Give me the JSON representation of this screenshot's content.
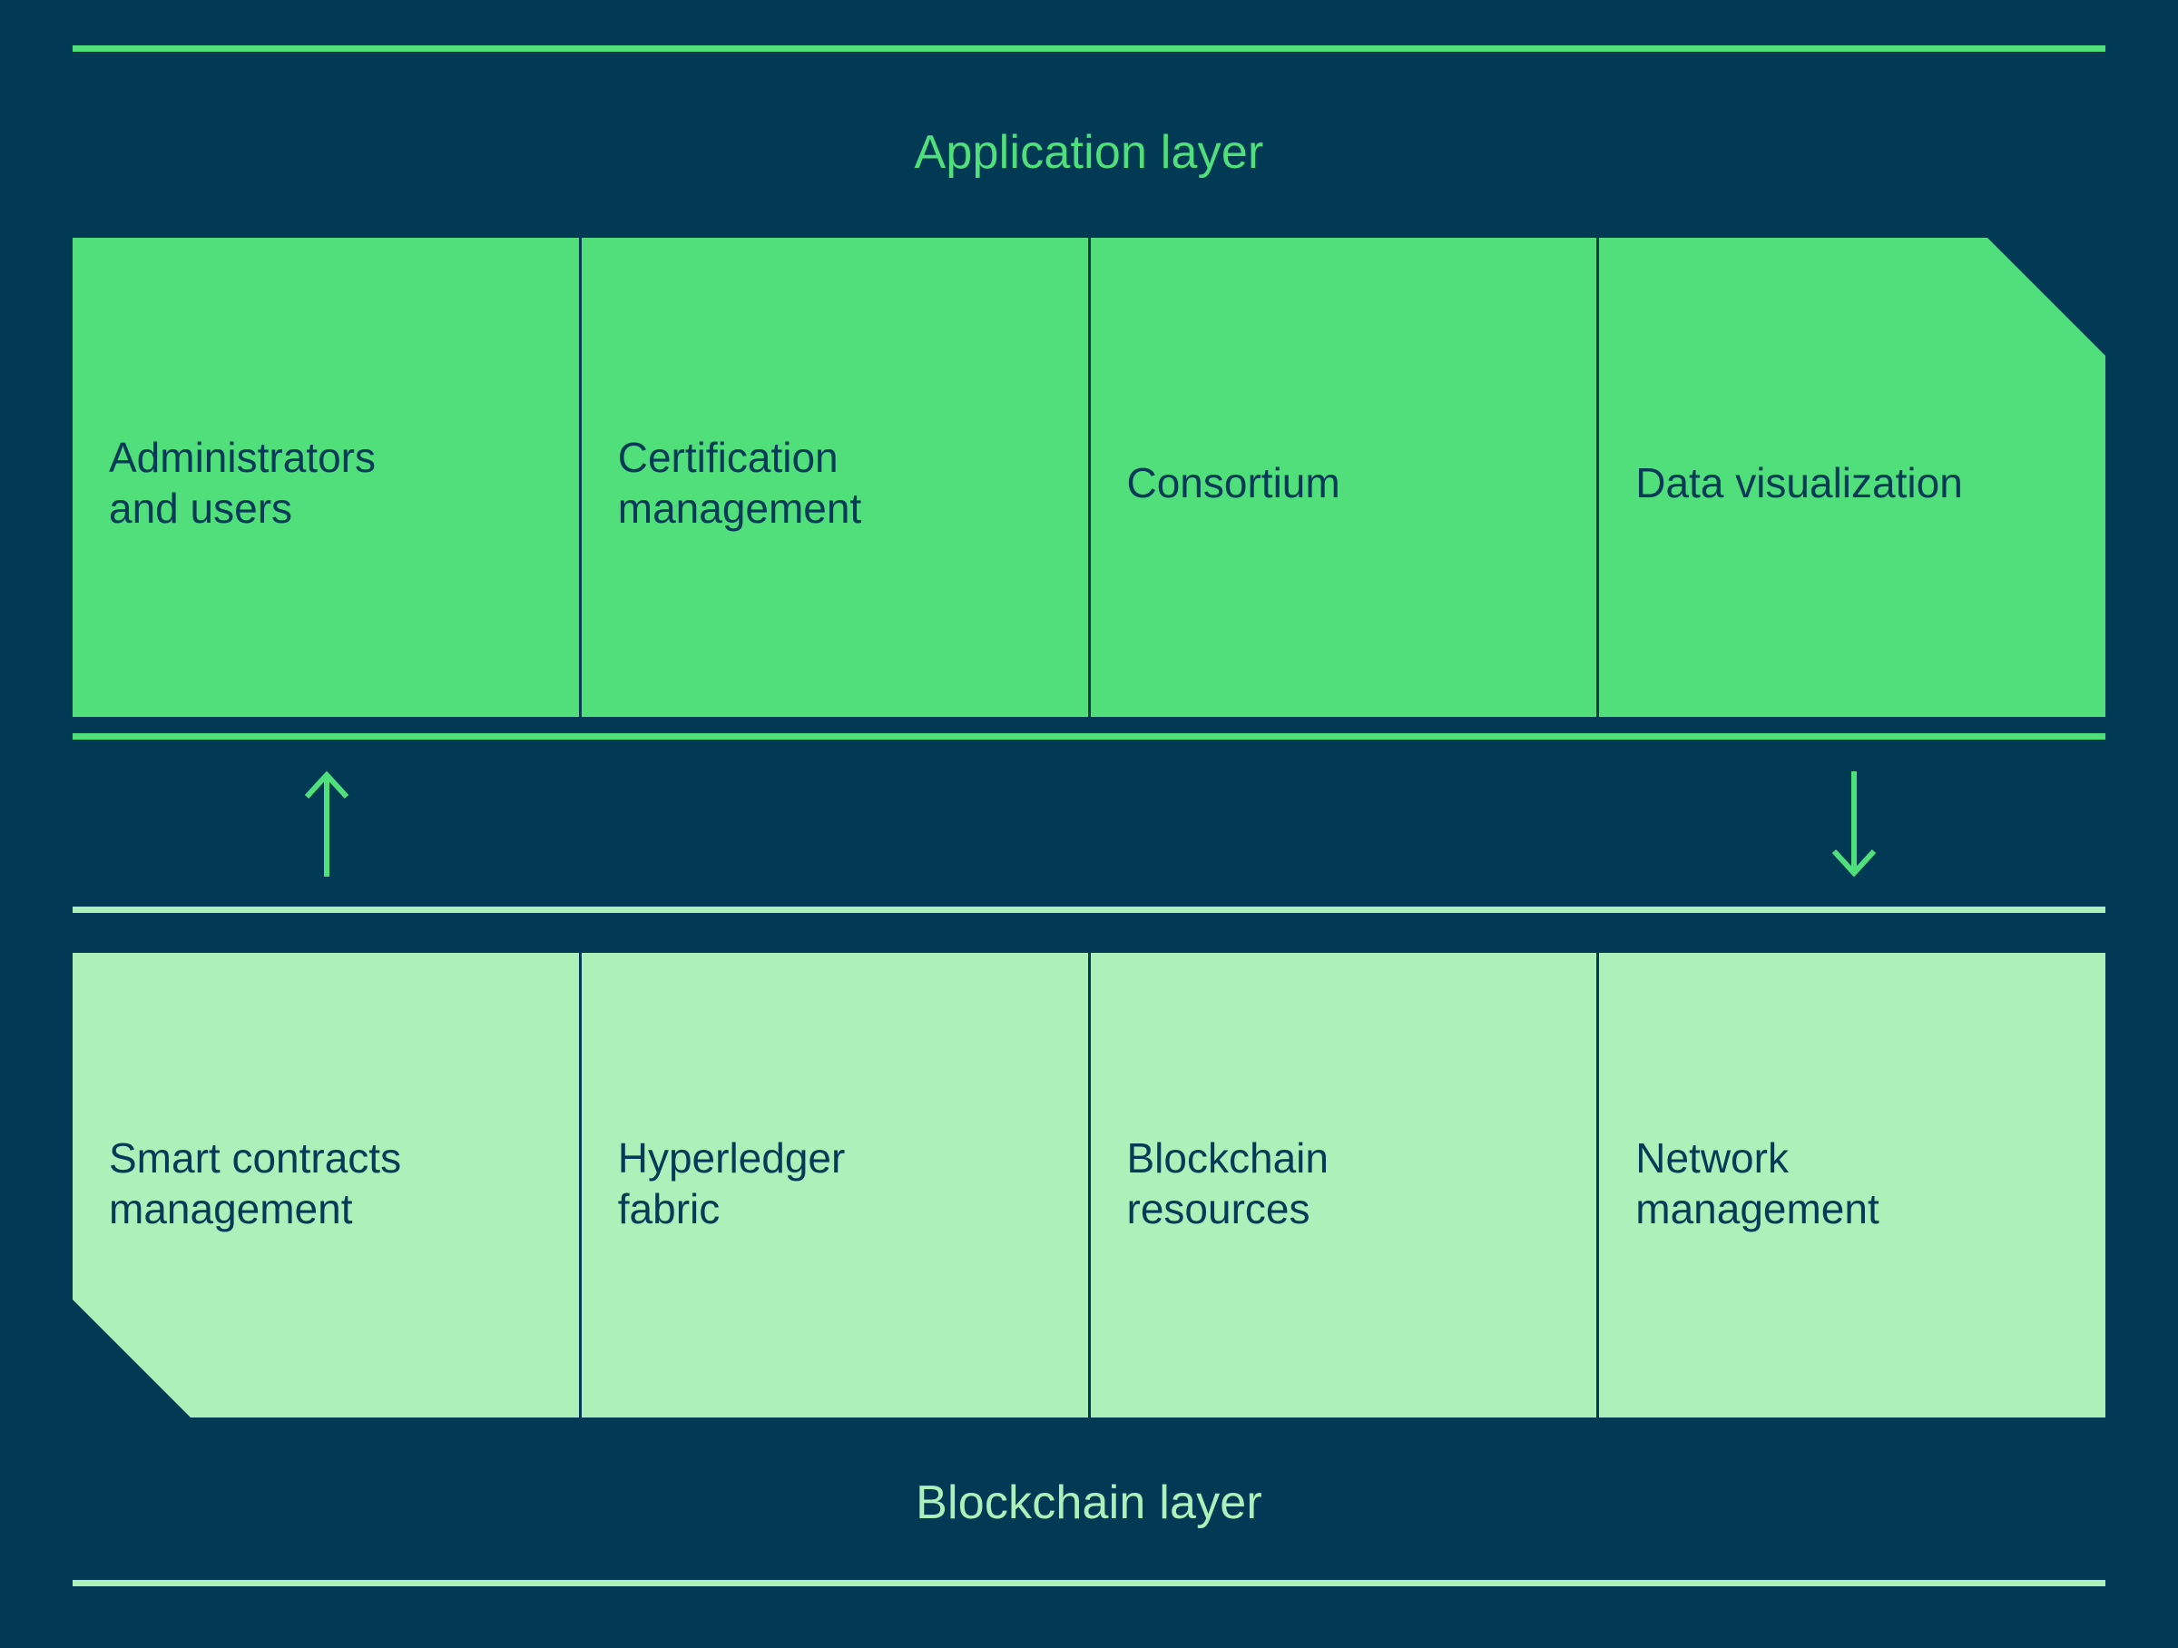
{
  "theme": {
    "background": "#023A56",
    "accent_bright_green": "#51DF7C",
    "accent_mint_green": "#AEF0BA",
    "text_dark": "#063A57"
  },
  "diagram": {
    "title_top": "Application layer",
    "title_bottom": "Blockchain layer",
    "application_layer": {
      "label": "Application layer",
      "cells": [
        {
          "text": "Administrators\nand users"
        },
        {
          "text": "Certification\nmanagement"
        },
        {
          "text": "Consortium"
        },
        {
          "text": "Data visualization"
        }
      ]
    },
    "blockchain_layer": {
      "label": "Blockchain layer",
      "cells": [
        {
          "text": "Smart contracts\nmanagement"
        },
        {
          "text": "Hyperledger\nfabric"
        },
        {
          "text": "Blockchain\nresources"
        },
        {
          "text": "Network\nmanagement"
        }
      ]
    },
    "connectors": [
      {
        "icon": "arrow-up-icon",
        "direction": "up"
      },
      {
        "icon": "arrow-down-icon",
        "direction": "down"
      }
    ]
  }
}
